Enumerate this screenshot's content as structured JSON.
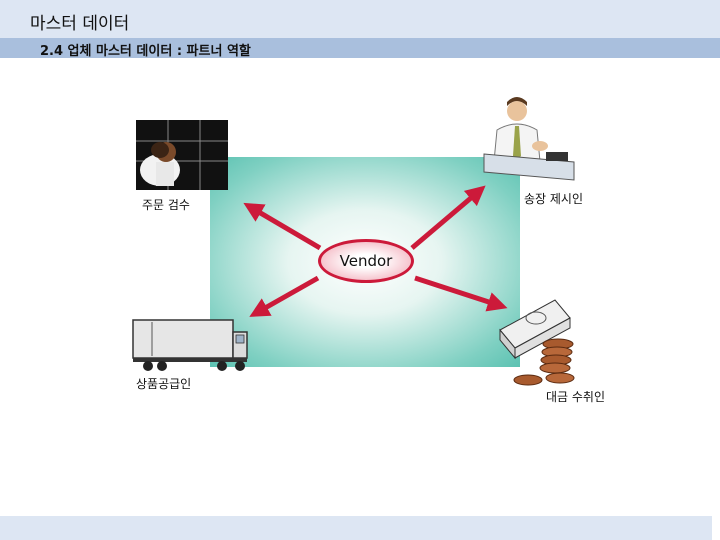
{
  "header": {
    "title": "마스터 데이터",
    "subtitle": "2.4 업체 마스터 데이터 : 파트너 역할"
  },
  "diagram": {
    "center": "Vendor",
    "roles": {
      "order_receiver": "주문 검수",
      "invoice_presenter": "송장 제시인",
      "goods_supplier": "상품공급인",
      "payee": "대금 수취인"
    }
  },
  "colors": {
    "arrow": "#cc1a3a",
    "panel": "#5cc2b2",
    "header": "#dde6f3",
    "subheader": "#a9bfdd"
  }
}
